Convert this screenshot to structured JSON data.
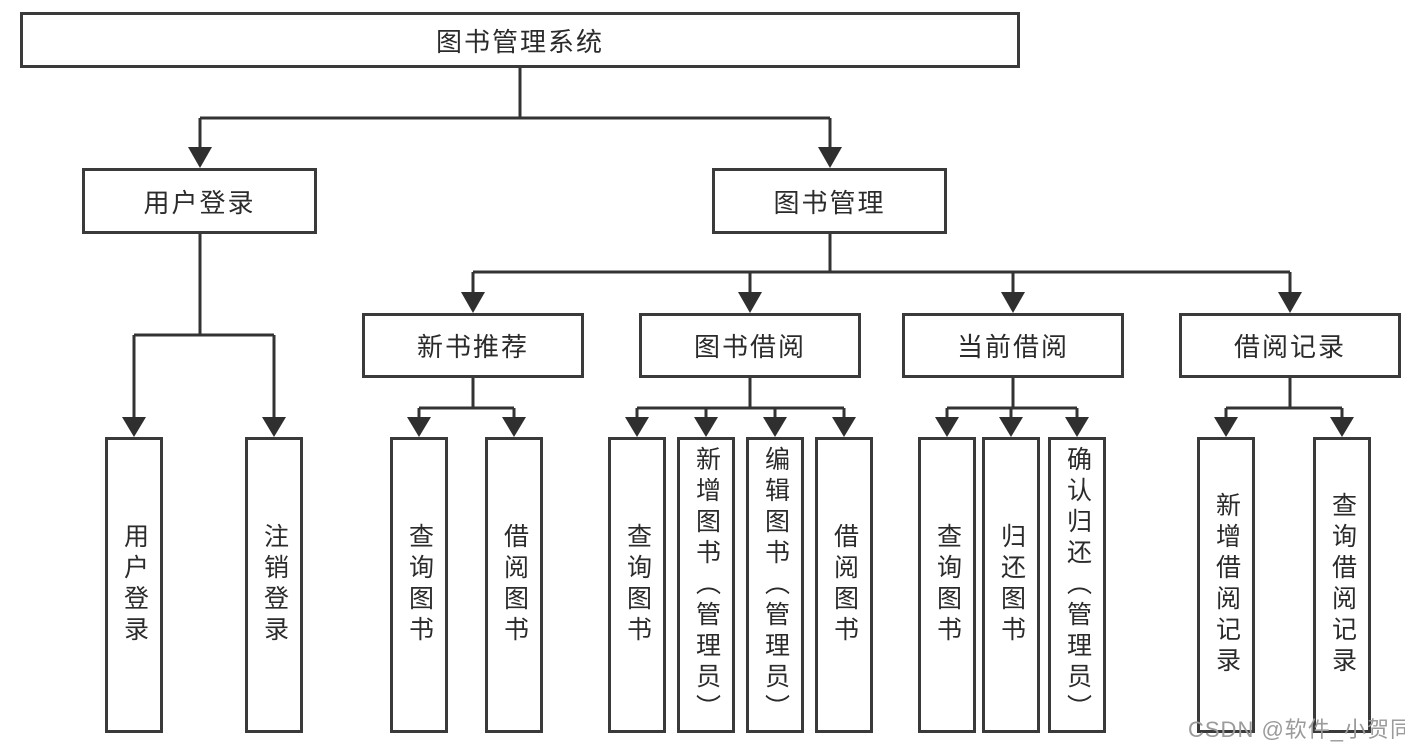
{
  "colors": {
    "background": "#ffffff",
    "line": "#333333",
    "box_border": "#3a3a3a",
    "text": "#2b2b2b",
    "watermark_text": "#9b9b9b"
  },
  "tree": {
    "label": "图书管理系统",
    "children": [
      {
        "label": "用户登录",
        "children": [
          {
            "label": "用户登录"
          },
          {
            "label": "注销登录"
          }
        ]
      },
      {
        "label": "图书管理",
        "children": [
          {
            "label": "新书推荐",
            "children": [
              {
                "label": "查询图书"
              },
              {
                "label": "借阅图书"
              }
            ]
          },
          {
            "label": "图书借阅",
            "children": [
              {
                "label": "查询图书"
              },
              {
                "label": "新增图书（管理员）"
              },
              {
                "label": "编辑图书（管理员）"
              },
              {
                "label": "借阅图书"
              }
            ]
          },
          {
            "label": "当前借阅",
            "children": [
              {
                "label": "查询图书"
              },
              {
                "label": "归还图书"
              },
              {
                "label": "确认归还（管理员）"
              }
            ]
          },
          {
            "label": "借阅记录",
            "children": [
              {
                "label": "新增借阅记录"
              },
              {
                "label": "查询借阅记录"
              }
            ]
          }
        ]
      }
    ]
  },
  "watermark": {
    "text": "CSDN @软件_小贺同学"
  }
}
